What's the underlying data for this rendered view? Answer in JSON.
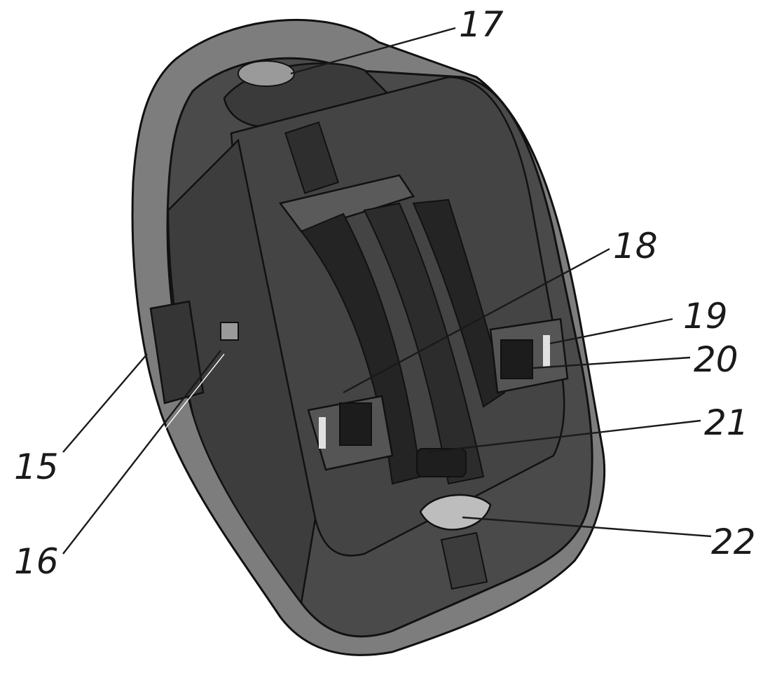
{
  "colors": {
    "shell": "#4a4a4a",
    "shell_dark": "#3a3a3a",
    "cover_fabric": "#7d7d7d",
    "belt": "#242424",
    "outline": "#111111",
    "highlight": "#e0e0e0",
    "label": "#1a1a1a"
  },
  "callouts": [
    {
      "id": "15",
      "label": "15"
    },
    {
      "id": "16",
      "label": "16"
    },
    {
      "id": "17",
      "label": "17"
    },
    {
      "id": "18",
      "label": "18"
    },
    {
      "id": "19",
      "label": "19"
    },
    {
      "id": "20",
      "label": "20"
    },
    {
      "id": "21",
      "label": "21"
    },
    {
      "id": "22",
      "label": "22"
    }
  ]
}
